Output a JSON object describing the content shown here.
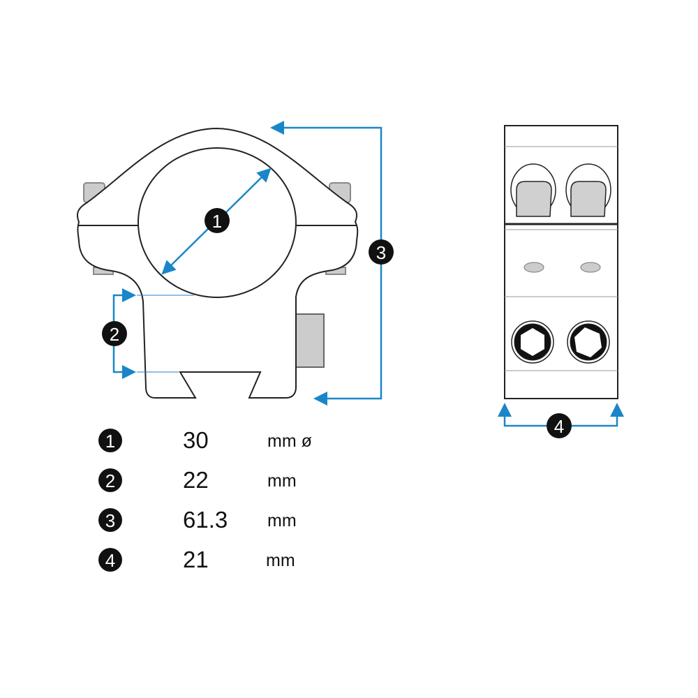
{
  "callouts": [
    "1",
    "2",
    "3",
    "4"
  ],
  "accent_color": "#1a86c8",
  "specs": [
    {
      "num": "1",
      "value": "30",
      "unit": "mm ø"
    },
    {
      "num": "2",
      "value": "22",
      "unit": "mm"
    },
    {
      "num": "3",
      "value": "61.3",
      "unit": "mm"
    },
    {
      "num": "4",
      "value": "21",
      "unit": "mm"
    }
  ]
}
